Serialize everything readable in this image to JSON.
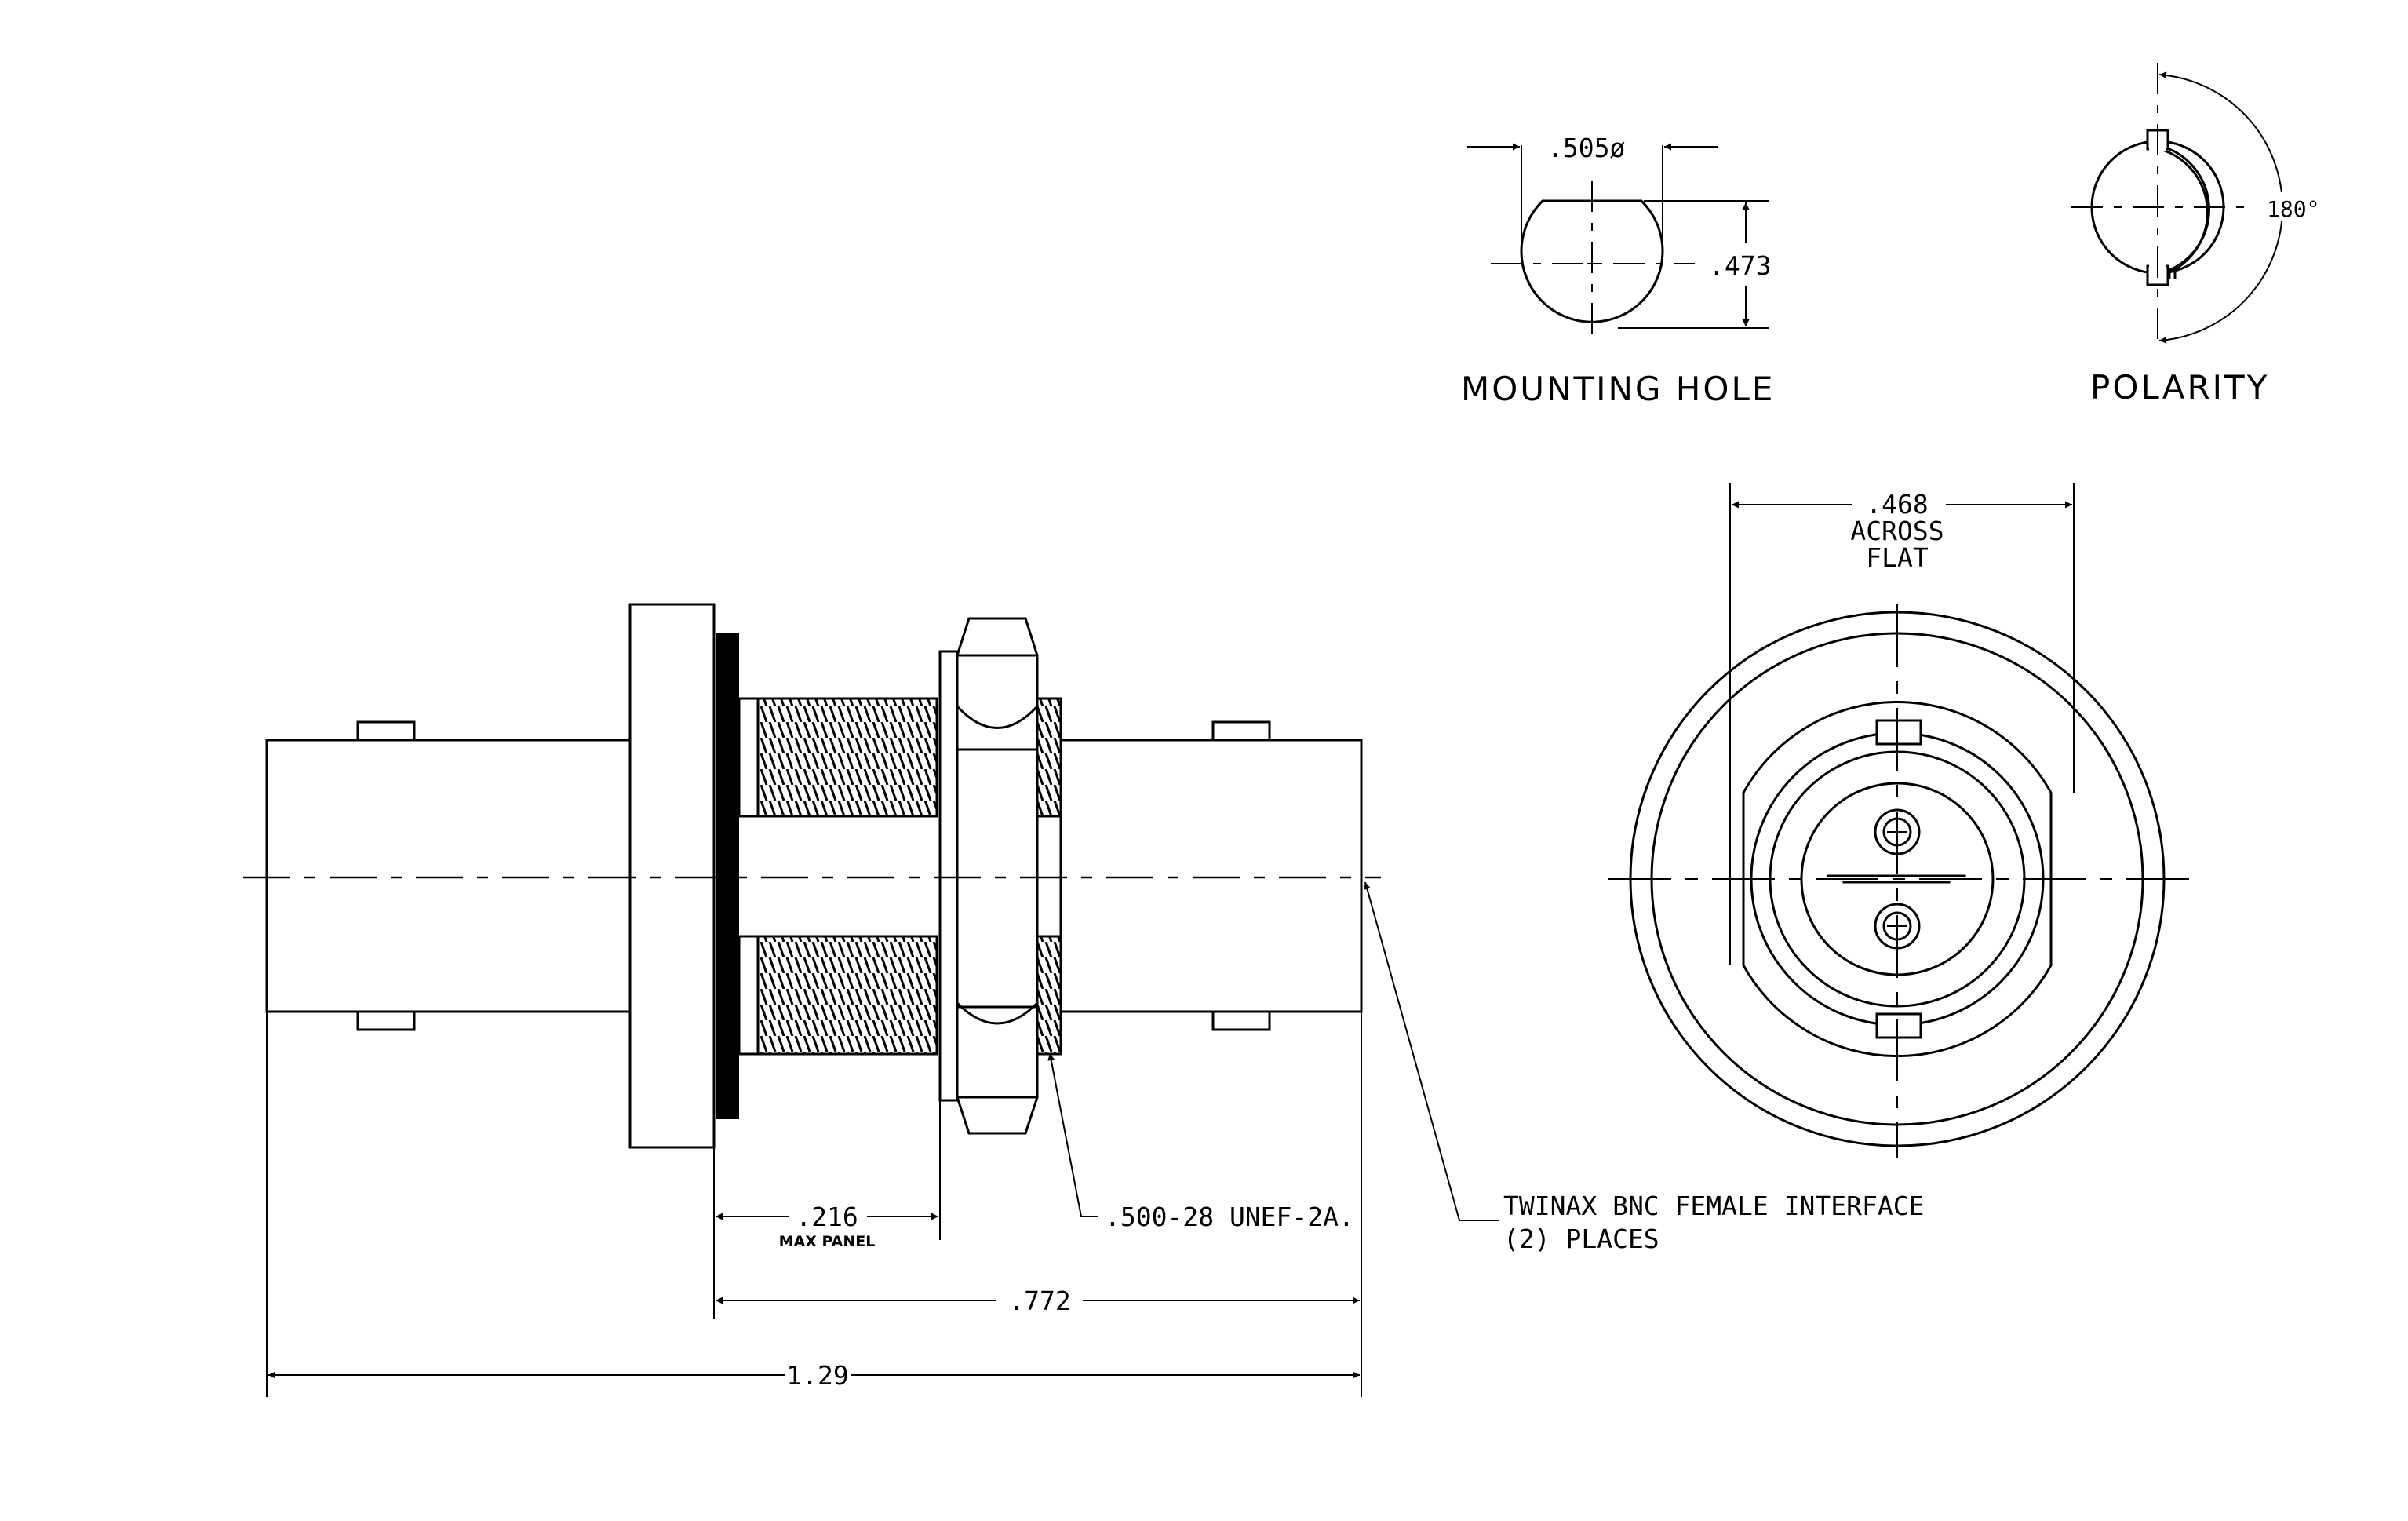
{
  "mounting_hole": {
    "title": "MOUNTING HOLE",
    "diameter": ".505ø",
    "flat_height": ".473"
  },
  "polarity": {
    "title": "POLARITY",
    "angle": "180°"
  },
  "end_view": {
    "across_flat": ".468",
    "across_flat_line2": "ACROSS",
    "across_flat_line3": "FLAT"
  },
  "side_view": {
    "panel_thickness": ".216",
    "panel_note": "MAX PANEL",
    "thread_spec": ".500-28 UNEF-2A.",
    "length_rear": ".772",
    "overall_length": "1.29",
    "interface_note_line1": "TWINAX BNC FEMALE INTERFACE",
    "interface_note_line2": "(2)  PLACES"
  }
}
